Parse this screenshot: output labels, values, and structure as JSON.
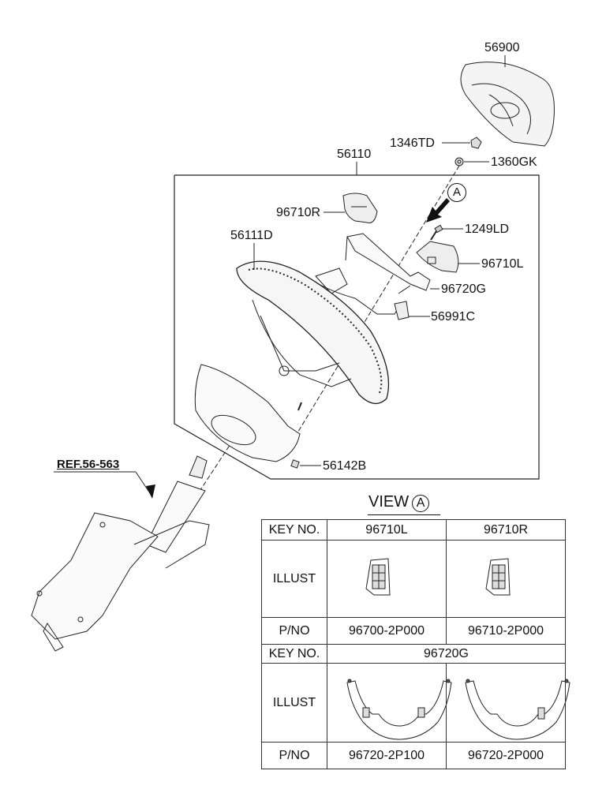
{
  "diagram": {
    "parts": {
      "p56900": "56900",
      "p1346TD": "1346TD",
      "p1360GK": "1360GK",
      "p56110": "56110",
      "p96710R": "96710R",
      "p1249LD": "1249LD",
      "p56111D": "56111D",
      "p96710L": "96710L",
      "p96720G": "96720G",
      "p56991C": "56991C",
      "p56142B": "56142B",
      "ref": "REF.56-563"
    },
    "view_marker": "A"
  },
  "view_table": {
    "title": "VIEW",
    "title_marker": "A",
    "section1": {
      "key_label": "KEY NO.",
      "key_values": [
        "96710L",
        "96710R"
      ],
      "illust_label": "ILLUST",
      "pno_label": "P/NO",
      "pno_values": [
        "96700-2P000",
        "96710-2P000"
      ]
    },
    "section2": {
      "key_label": "KEY NO.",
      "key_value": "96720G",
      "illust_label": "ILLUST",
      "pno_label": "P/NO",
      "pno_values": [
        "96720-2P100",
        "96720-2P000"
      ]
    }
  }
}
